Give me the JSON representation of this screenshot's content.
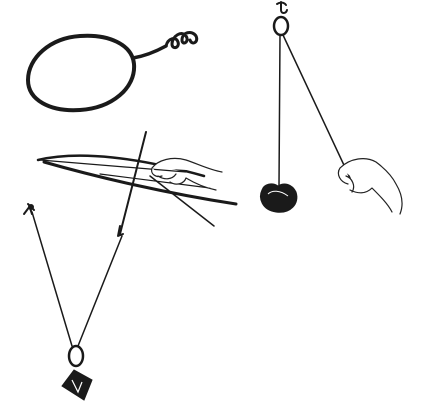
{
  "illustration": {
    "background_color": "#ffffff",
    "ink_color": "#1a1a1a",
    "style": "black-and-white pen line drawing",
    "figures": [
      {
        "name": "wire-loop",
        "icon": "wire-loop-icon"
      },
      {
        "name": "hanging-pendulum-with-hand",
        "icon": "pendulum-icon"
      },
      {
        "name": "bow-drill-with-hand",
        "icon": "bow-icon"
      },
      {
        "name": "string-loop-with-weight",
        "icon": "weight-icon"
      }
    ]
  }
}
